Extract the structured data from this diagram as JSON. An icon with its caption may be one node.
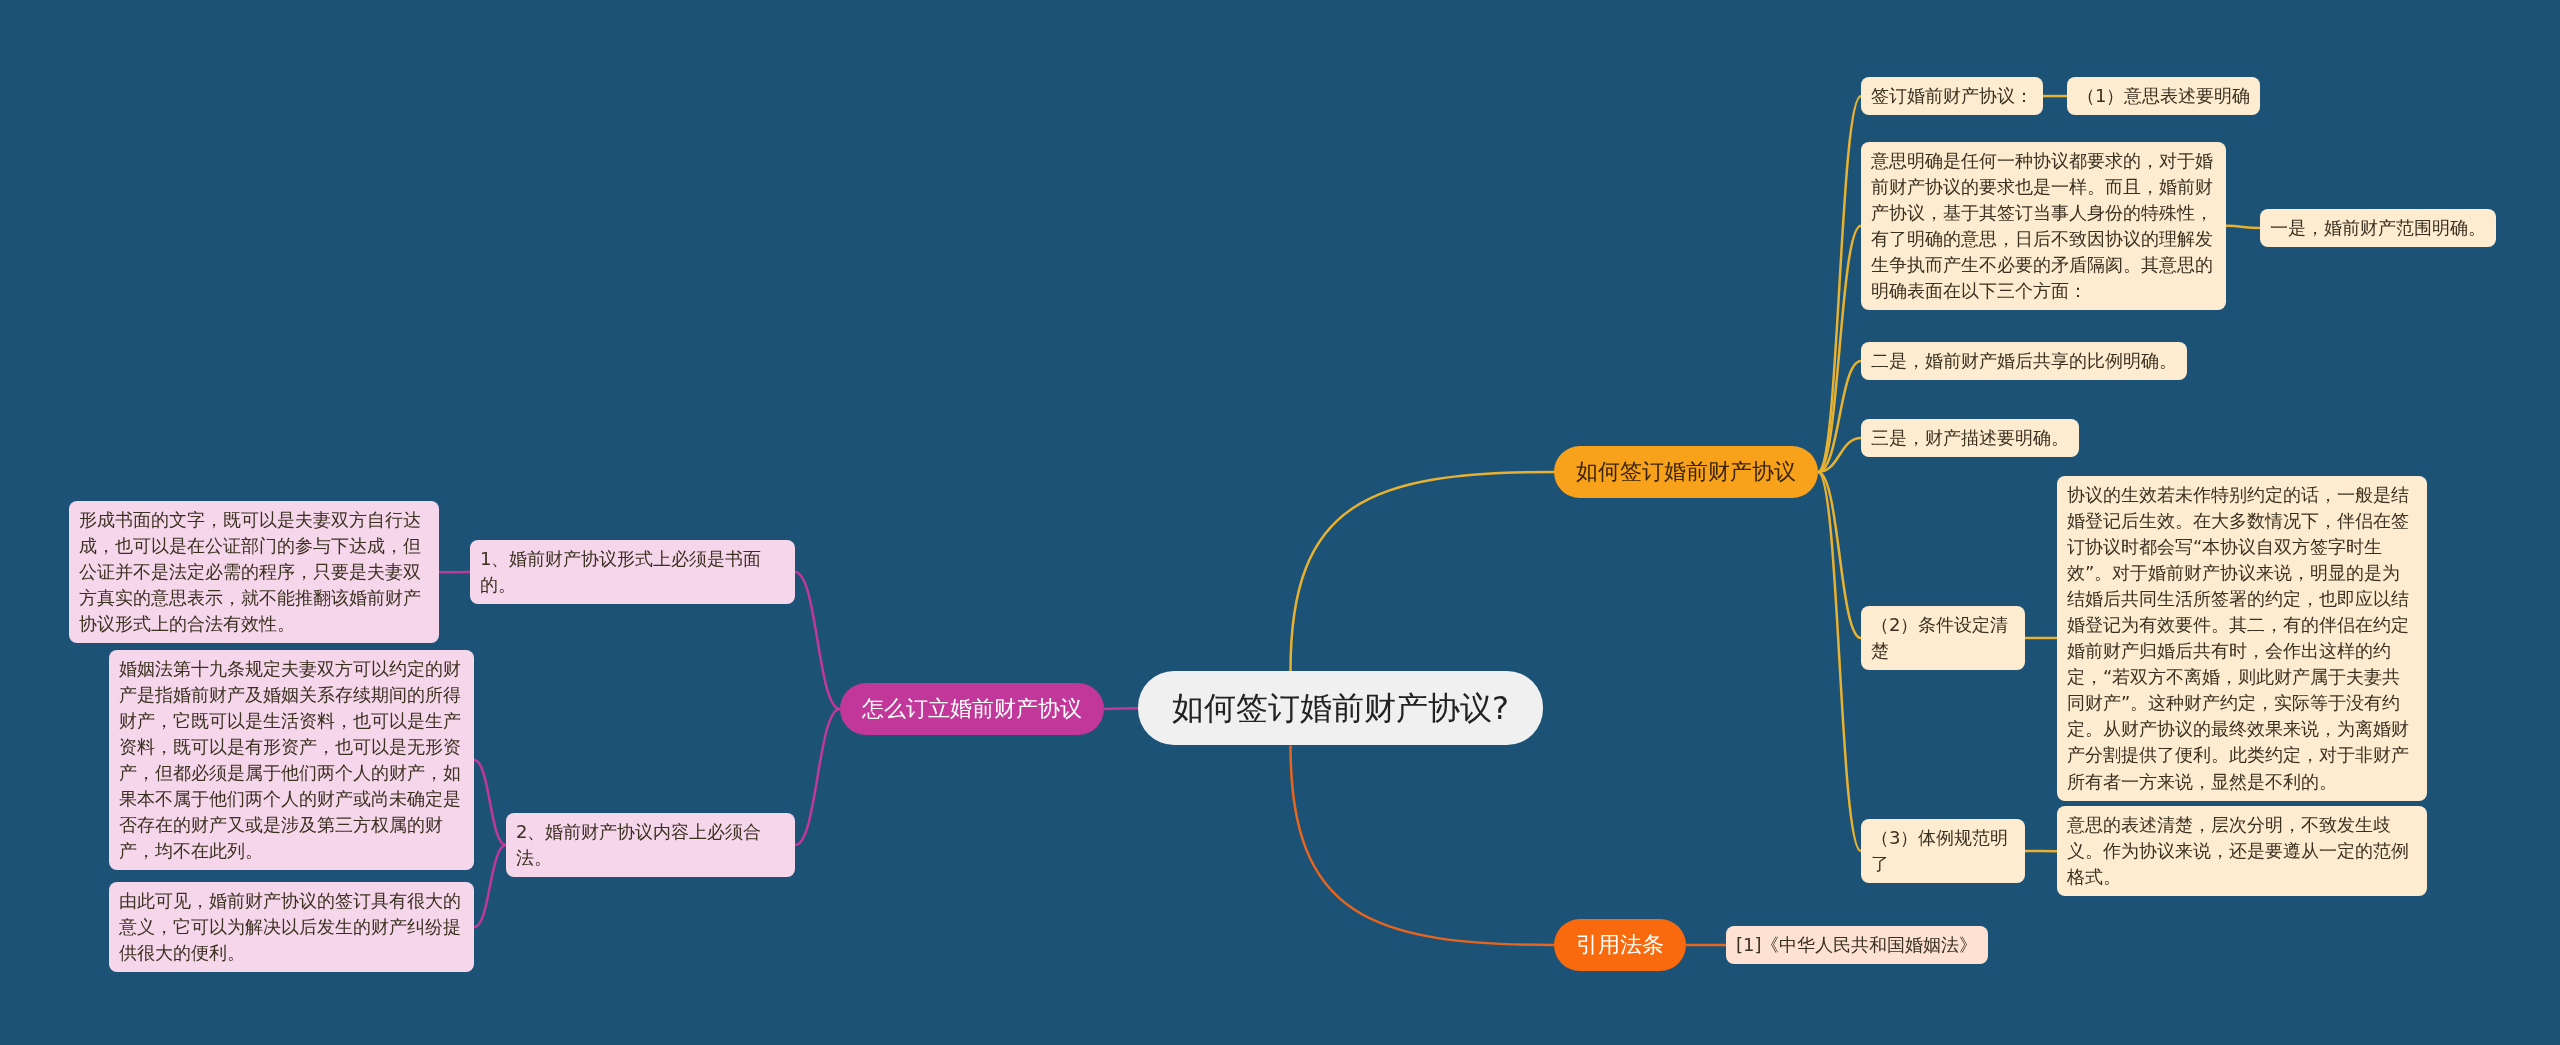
{
  "diagram": {
    "nodes": [
      {
        "text": [
          "如何签订婚前财产协议?"
        ]
      },
      {
        "text": [
          "怎么订立婚前财产协议"
        ]
      },
      {
        "text": [
          "1、婚前财产协议形式上必须是书面的。"
        ]
      },
      {
        "text": [
          "形成书面的文字，既可以是夫妻双方自行达成，也可以是在公证部门的参与下达成，但公证并不是法定必需的程序，只要是夫妻双方真实的意思表示，就不能推翻该婚前财产协议形式上的合法有效性。"
        ]
      },
      {
        "text": [
          "2、婚前财产协议内容上必须合法。"
        ]
      },
      {
        "text": [
          "婚姻法第十九条规定夫妻双方可以约定的财产是指婚前财产及婚姻关系存续期间的所得财产，它既可以是生活资料，也可以是生产资料，既可以是有形资产，也可以是无形资产，但都必须是属于他们两个人的财产，如果本不属于他们两个人的财产或尚未确定是否存在的财产又或是涉及第三方权属的财产，均不在此列。"
        ]
      },
      {
        "text": [
          "由此可见，婚前财产协议的签订具有很大的意义，它可以为解决以后发生的财产纠纷提供很大的便利。"
        ]
      },
      {
        "text": [
          "如何签订婚前财产协议"
        ]
      },
      {
        "text": [
          "签订婚前财产协议："
        ]
      },
      {
        "text": [
          "（1）意思表述要明确"
        ]
      },
      {
        "text": [
          "意思明确是任何一种协议都要求的，对于婚前财产协议的要求也是一样。而且，婚前财产协议，基于其签订当事人身份的特殊性，有了明确的意思，日后不致因协议的理解发生争执而产生不必要的矛盾隔阂。其意思的明确表面在以下三个方面："
        ]
      },
      {
        "text": [
          "一是，婚前财产范围明确。"
        ]
      },
      {
        "text": [
          "二是，婚前财产婚后共享的比例明确。"
        ]
      },
      {
        "text": [
          "三是，财产描述要明确。"
        ]
      },
      {
        "text": [
          "（2）条件设定清楚"
        ]
      },
      {
        "text": [
          "协议的生效若未作特别约定的话，一般是结婚登记后生效。在大多数情况下，伴侣在签订协议时都会写“本协议自双方签字时生效”。对于婚前财产协议来说，明显的是为结婚后共同生活所签署的约定，也即应以结婚登记为有效要件。其二，有的伴侣在约定婚前财产归婚后共有时，会作出这样的约定，“若双方不离婚，则此财产属于夫妻共同财产”。这种财产约定，实际等于没有约定。从财产协议的最终效果来说，为离婚财产分割提供了便利。此类约定，对于非财产所有者一方来说，显然是不利的。"
        ]
      },
      {
        "text": [
          "（3）体例规范明了"
        ]
      },
      {
        "text": [
          "意思的表述清楚，层次分明，不致发生歧义。作为协议来说，还是要遵从一定的范例格式。"
        ]
      },
      {
        "text": [
          "引用法条"
        ]
      },
      {
        "text": [
          "[1]《中华人民共和国婚姻法》"
        ]
      }
    ],
    "edges": [
      {
        "from": 0,
        "to": 1,
        "arrow": "none",
        "color": "#c2389a"
      },
      {
        "from": 1,
        "to": 2,
        "arrow": "none",
        "color": "#c2389a"
      },
      {
        "from": 2,
        "to": 3,
        "arrow": "none",
        "color": "#c2389a"
      },
      {
        "from": 1,
        "to": 4,
        "arrow": "none",
        "color": "#c2389a"
      },
      {
        "from": 4,
        "to": 5,
        "arrow": "none",
        "color": "#c2389a"
      },
      {
        "from": 4,
        "to": 6,
        "arrow": "none",
        "color": "#c2389a"
      },
      {
        "from": 0,
        "to": 7,
        "arrow": "none"
      },
      {
        "from": 7,
        "to": 8,
        "arrow": "none"
      },
      {
        "from": 8,
        "to": 9,
        "arrow": "none"
      },
      {
        "from": 7,
        "to": 10,
        "arrow": "none"
      },
      {
        "from": 10,
        "to": 11,
        "arrow": "none"
      },
      {
        "from": 7,
        "to": 12,
        "arrow": "none"
      },
      {
        "from": 7,
        "to": 13,
        "arrow": "none"
      },
      {
        "from": 7,
        "to": 14,
        "arrow": "none"
      },
      {
        "from": 14,
        "to": 15,
        "arrow": "none"
      },
      {
        "from": 7,
        "to": 16,
        "arrow": "none"
      },
      {
        "from": 16,
        "to": 17,
        "arrow": "none"
      },
      {
        "from": 0,
        "to": 18,
        "arrow": "none",
        "color": "#e8651e"
      },
      {
        "from": 18,
        "to": 19,
        "arrow": "none",
        "color": "#e8651e"
      }
    ]
  }
}
